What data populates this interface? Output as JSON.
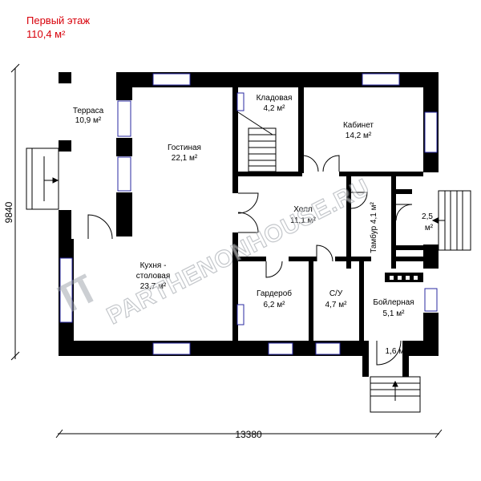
{
  "header": {
    "title": "Первый этаж",
    "area": "110,4 м²"
  },
  "dimensions": {
    "height": "9840",
    "width": "13380"
  },
  "watermark": {
    "text": "PARTHENONHOUSE.RU"
  },
  "rooms": {
    "terrace": {
      "name": "Терраса",
      "area": "10,9 м²"
    },
    "living": {
      "name": "Гостиная",
      "area": "22,1 м²"
    },
    "storage": {
      "name": "Кладовая",
      "area": "4,2 м²"
    },
    "office": {
      "name": "Кабинет",
      "area": "14,2 м²"
    },
    "hall": {
      "name": "Холл",
      "area": "11,1 м²"
    },
    "vestibule": {
      "name": "Тамбур 4,1 м²"
    },
    "porch": {
      "area_line1": "2,5",
      "area_line2": "м²"
    },
    "kitchen": {
      "line1": "Кухня -",
      "line2": "столовая",
      "area": "23,7 м²"
    },
    "wardrobe": {
      "name": "Гардероб",
      "area": "6,2 м²"
    },
    "bathroom": {
      "name": "С/У",
      "area": "4,7 м²"
    },
    "boiler": {
      "name": "Бойлерная",
      "area": "5,1 м²"
    },
    "entry": {
      "area": "1,6 м²"
    }
  },
  "colors": {
    "title": "#d8000a",
    "wall": "#000000",
    "window": "#2a2aa0",
    "watermark": "#9aa0a8"
  }
}
